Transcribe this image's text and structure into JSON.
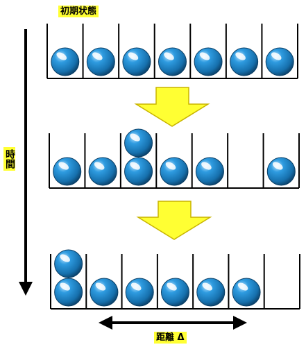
{
  "labels": {
    "initial_state": "初期状態",
    "time": "時間",
    "distance": "距離 Δ"
  },
  "rows": [
    {
      "columns": 7,
      "stacks": [
        1,
        1,
        1,
        1,
        1,
        1,
        1
      ]
    },
    {
      "columns": 7,
      "stacks": [
        1,
        1,
        2,
        1,
        1,
        0,
        1
      ]
    },
    {
      "columns": 7,
      "stacks": [
        2,
        1,
        1,
        1,
        1,
        1,
        0
      ]
    }
  ],
  "colors": {
    "ball": "#1a86c8",
    "ball_dark": "#0b3f66",
    "arrow_fill": "#ffff33",
    "arrow_stroke": "#c8b400",
    "label_bg": "#ffff33",
    "lines": "#000000"
  }
}
